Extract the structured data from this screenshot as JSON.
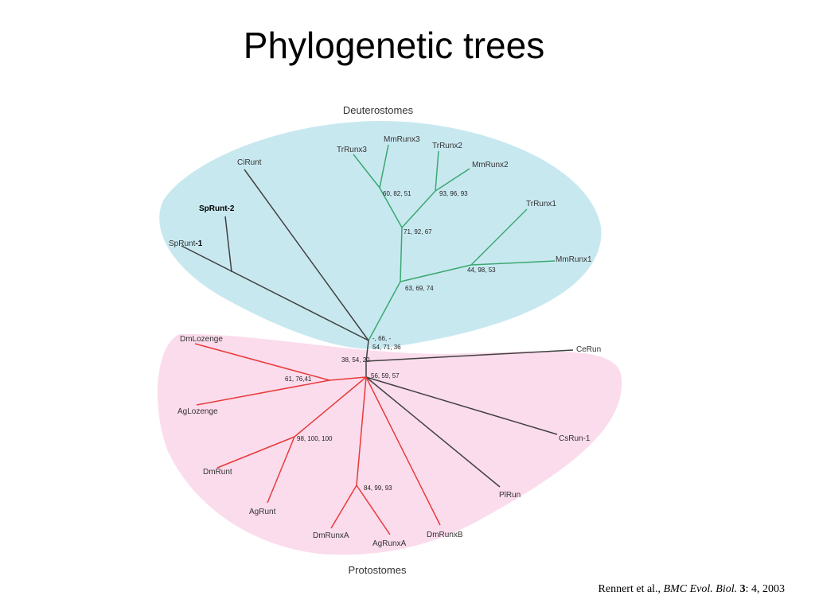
{
  "title": "Phylogenetic trees",
  "groups": {
    "upper": "Deuterostomes",
    "lower": "Protostomes"
  },
  "colors": {
    "upper_fill": "#c8e8f0",
    "lower_fill": "#fbdcec",
    "upper_branch": "#3aa870",
    "lower_branch": "#e83a3a",
    "neutral_branch": "#404040"
  },
  "leaves": {
    "mmrunx3": "MmRunx3",
    "trrunx3": "TrRunx3",
    "trrunx2": "TrRunx2",
    "mmrunx2": "MmRunx2",
    "trrunx1": "TrRunx1",
    "mmrunx1": "MmRunx1",
    "cirunt": "CiRunt",
    "sprunt": "SpRunt",
    "sprunt_suffix": "-1",
    "sprunt2": "SpRunt-2",
    "cerun": "CeRun",
    "csrun1": "CsRun-1",
    "plrun": "PlRun",
    "dmlozenge": "DmLozenge",
    "aglozenge": "AgLozenge",
    "dmrunt": "DmRunt",
    "agrunt": "AgRunt",
    "dmrunxa": "DmRunxA",
    "agrunxa": "AgRunxA",
    "dmrunxb": "DmRunxB"
  },
  "bootstrap": {
    "n1": "60, 82, 51",
    "n2": "93, 96, 93",
    "n3": "71, 92, 67",
    "n4": "44, 98, 53",
    "n5": "63, 69, 74",
    "n6a": "-, 66, -",
    "n6b": "54, 71, 36",
    "n7": "38, 54, 20",
    "n8": "56, 59, 57",
    "n9": "61, 76,41",
    "n10": "98, 100, 100",
    "n11": "84, 99, 93"
  },
  "citation": {
    "authors": "Rennert et al., ",
    "journal": "BMC Evol. Biol.",
    "volume": "3",
    "rest": ": 4, 2003"
  }
}
